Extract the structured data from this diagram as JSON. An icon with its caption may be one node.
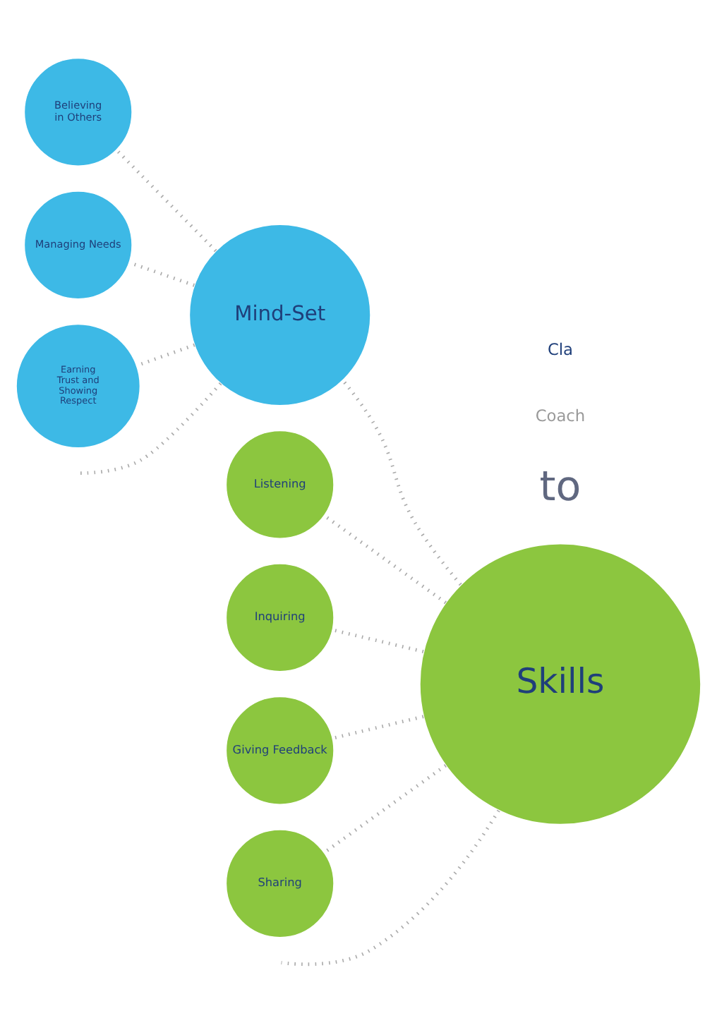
{
  "diagram": {
    "nodes": [
      {
        "text": [
          "Believing in Others"
        ]
      },
      {
        "text": [
          "Managing Needs"
        ]
      },
      {
        "text": [
          "Earning Trust and Showing Respect"
        ]
      },
      {
        "text": [
          "Mind-Set"
        ]
      },
      {
        "text": [
          "Listening"
        ]
      },
      {
        "text": [
          "Inquiring"
        ]
      },
      {
        "text": [
          "Skills"
        ]
      },
      {
        "text": [
          "Giving Feedback"
        ]
      },
      {
        "text": [
          "Sharing"
        ]
      }
    ],
    "edges": [
      {
        "from": 3,
        "to": 0,
        "arrow": "none",
        "style": "dashed"
      },
      {
        "from": 3,
        "to": 1,
        "arrow": "none",
        "style": "dashed"
      },
      {
        "from": 3,
        "to": 2,
        "arrow": "none",
        "style": "dashed"
      },
      {
        "from": 3,
        "to": null,
        "arrow": "none",
        "style": "dashed"
      },
      {
        "from": 6,
        "to": 3,
        "arrow": "none",
        "style": "dashed"
      },
      {
        "from": 6,
        "to": 4,
        "arrow": "none",
        "style": "dashed"
      },
      {
        "from": 6,
        "to": 5,
        "arrow": "none",
        "style": "dashed"
      },
      {
        "from": 6,
        "to": 7,
        "arrow": "none",
        "style": "dashed"
      },
      {
        "from": 6,
        "to": 8,
        "arrow": "none",
        "style": "dashed"
      },
      {
        "from": 6,
        "to": null,
        "arrow": "none",
        "style": "dashed"
      }
    ],
    "labels": [
      "to",
      "Coach",
      "Cla"
    ]
  }
}
